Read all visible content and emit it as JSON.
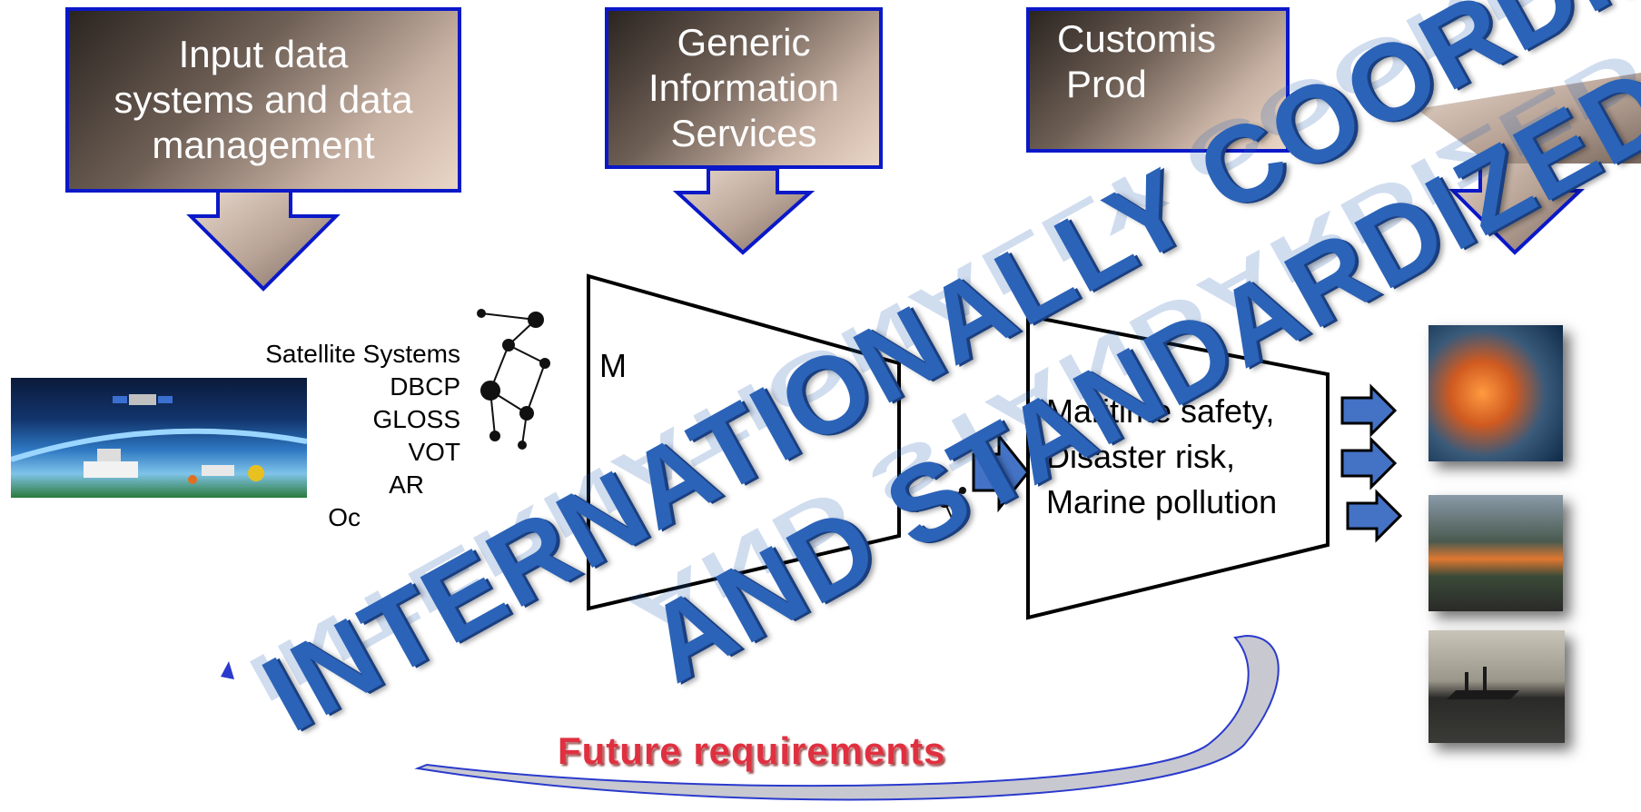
{
  "headers": [
    {
      "lines": [
        "Input data",
        "systems and data",
        "management"
      ]
    },
    {
      "lines": [
        "Generic",
        "Information",
        "Services"
      ]
    },
    {
      "lines": [
        "Customis",
        "Prod"
      ]
    }
  ],
  "observing_systems": [
    "Satellite Systems",
    "DBCP",
    "GLOSS",
    "VOT",
    "AR",
    "Oc"
  ],
  "middle_label": "M",
  "services": [
    "Maritime safety,",
    "Disaster risk,",
    "Marine pollution"
  ],
  "future_label": "Future requirements",
  "watermark": {
    "line1": "INTERNATIONALLY COORDINATED",
    "line2": "AND STANDARDIZED",
    "color": "#2b63b8"
  },
  "colors": {
    "header_border": "#0a18c8",
    "arrow_fill": "#4472c4",
    "future_text": "#e03040"
  }
}
